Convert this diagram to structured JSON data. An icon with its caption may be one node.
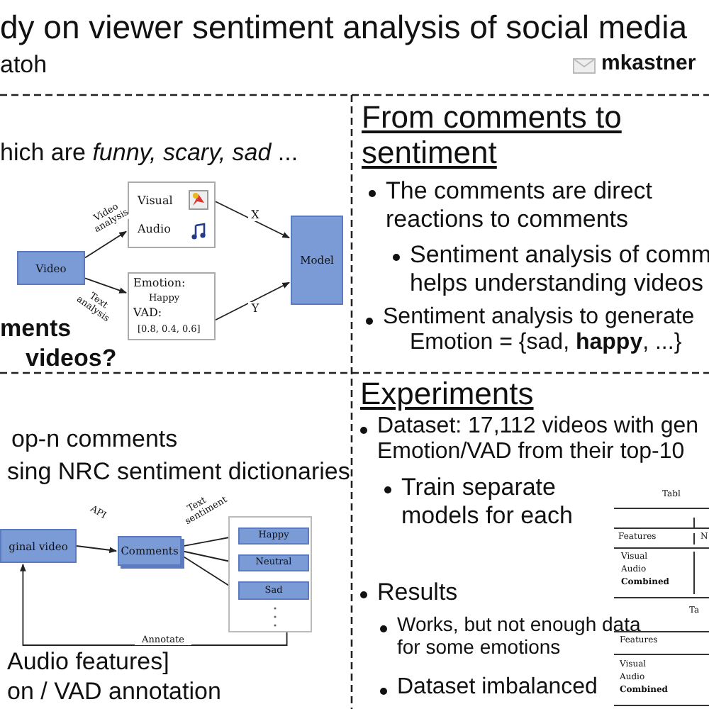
{
  "diagram": {
    "title": "dy on viewer sentiment analysis of social media",
    "nodes": [
      {
        "text": [
          "Video"
        ]
      },
      {
        "text": [
          "Visual",
          "Audio"
        ]
      },
      {
        "text": [
          "Emotion:",
          "Happy",
          "VAD:",
          "[0.8, 0.4, 0.6]"
        ]
      },
      {
        "text": [
          "Model"
        ]
      },
      {
        "text": [
          "ginal video"
        ]
      },
      {
        "text": [
          "Comments"
        ]
      },
      {
        "text": [],
        "shape": "box"
      },
      {
        "text": [
          "Happy"
        ],
        "in": 6
      },
      {
        "text": [
          "Neutral"
        ],
        "in": 6
      },
      {
        "text": [
          "Sad"
        ],
        "in": 6
      }
    ],
    "edges": [
      {
        "from": 0,
        "to": 1,
        "arrow": "to",
        "label": "Video analysis"
      },
      {
        "from": 0,
        "to": 2,
        "arrow": "to",
        "label": "Text analysis"
      },
      {
        "from": 1,
        "to": 3,
        "arrow": "to",
        "label": "X"
      },
      {
        "from": 2,
        "to": 3,
        "arrow": "to",
        "label": "Y"
      },
      {
        "from": 4,
        "to": 5,
        "arrow": "to",
        "label": "API"
      },
      {
        "from": 5,
        "to": 7,
        "arrow": "to",
        "label": "Text sentiment"
      },
      {
        "from": 5,
        "to": 8,
        "arrow": "to"
      },
      {
        "from": 5,
        "to": 9,
        "arrow": "to"
      },
      {
        "from": 6,
        "to": 4,
        "arrow": "to",
        "label": "Annotate"
      }
    ],
    "labels": [
      "atoh",
      "mkastner",
      "hich are *funny, scary, sad* ...",
      "ments",
      "videos?",
      "From comments to sentiment",
      "The comments are direct reactions to comments",
      "Sentiment analysis of comm helps understanding videos",
      "Sentiment analysis to generate Emotion = {sad, **happy**, ...}",
      "op-n comments",
      "sing NRC sentiment dictionaries",
      "Audio features]",
      "on / VAD annotation",
      "Experiments",
      "Dataset: 17,112 videos with gen Emotion/VAD from their top-10",
      "Train separate models for each",
      "Results",
      "Works, but not enough data for some emotions",
      "Dataset imbalanced",
      "Tabl",
      "Features",
      "N",
      "Visual",
      "Audio",
      "Combined",
      "Ta",
      "Features",
      "Visual",
      "Audio",
      "Combined"
    ]
  }
}
